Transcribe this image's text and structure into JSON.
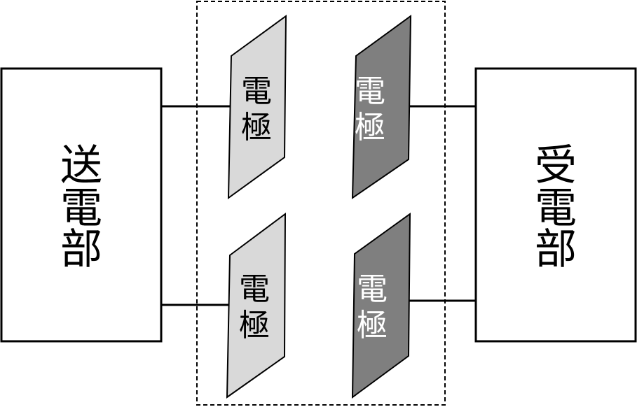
{
  "transmitter": {
    "label": [
      "送",
      "電",
      "部"
    ]
  },
  "receiver": {
    "label": [
      "受",
      "電",
      "部"
    ]
  },
  "electrodes": {
    "tx_top": {
      "label": [
        "電",
        "極"
      ],
      "fill": "#d9d9d9",
      "text_color": "#000000"
    },
    "tx_bottom": {
      "label": [
        "電",
        "極"
      ],
      "fill": "#d9d9d9",
      "text_color": "#000000"
    },
    "rx_top": {
      "label": [
        "電",
        "極"
      ],
      "fill": "#7f7f7f",
      "text_color": "#ffffff"
    },
    "rx_bottom": {
      "label": [
        "電",
        "極"
      ],
      "fill": "#7f7f7f",
      "text_color": "#ffffff"
    }
  },
  "colors": {
    "stroke": "#000000",
    "background": "#ffffff"
  }
}
